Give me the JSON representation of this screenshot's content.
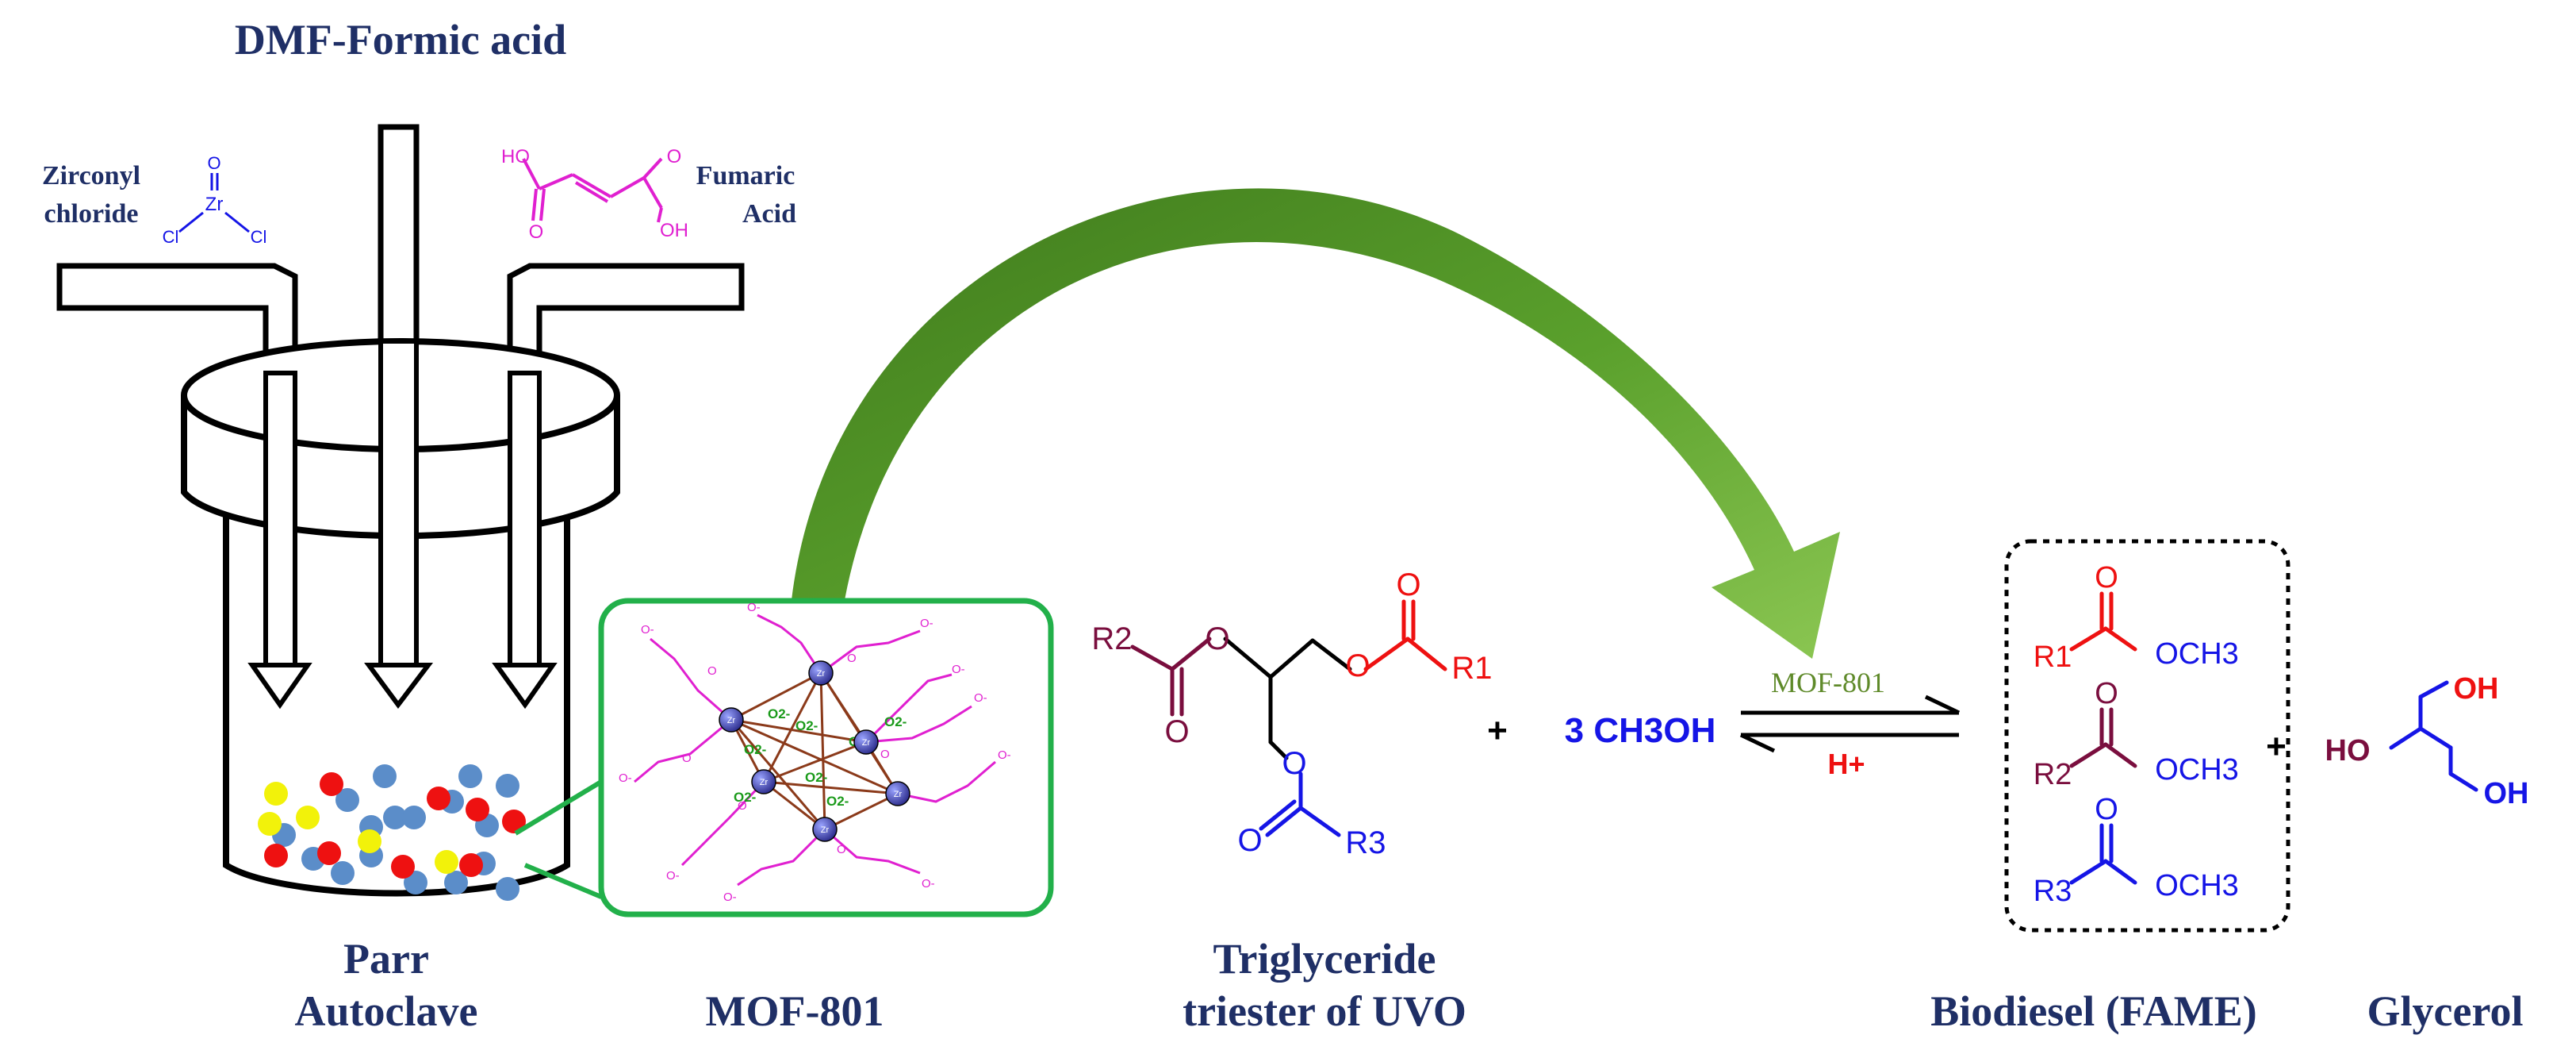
{
  "colors": {
    "navy": "#1f2f66",
    "green_arrow": "#5aa02c",
    "green_box": "#22b04a",
    "magenta": "#e020d0",
    "red": "#ee1111",
    "blue": "#1515e6",
    "maroon": "#7a0e3e",
    "olive": "#5f8a2a",
    "particle_blue": "#5b8dc9",
    "particle_red": "#ee1111",
    "particle_yellow": "#f2f20a"
  },
  "reagents": {
    "title": "DMF-Formic acid",
    "zrocl_line1": "Zirconyl",
    "zrocl_line2": "chloride",
    "fumaric_line1": "Fumaric",
    "fumaric_line2": "Acid",
    "zr": "Zr",
    "o": "O",
    "cl_left": "Cl",
    "cl_right": "Cl",
    "ho": "HO",
    "oh": "OH",
    "fum_o_left": "O",
    "fum_o_right": "O"
  },
  "autoclave": {
    "line1": "Parr",
    "line2": "Autoclave"
  },
  "mof": {
    "label": "MOF-801",
    "zr": "Zr",
    "oxo": "O2-",
    "carboxylate_o": "O",
    "carboxylate_om": "O-"
  },
  "triglyceride": {
    "line1": "Triglyceride",
    "line2": "triester of UVO",
    "r1": "R1",
    "r2": "R2",
    "r3": "R3",
    "o": "O"
  },
  "methanol": {
    "plus": "+",
    "text": "3 CH3OH"
  },
  "reaction": {
    "catalyst": "MOF-801",
    "acid": "H+"
  },
  "products": {
    "biodiesel_label": "Biodiesel (FAME)",
    "glycerol_label": "Glycerol",
    "plus": "+",
    "r1": "R1",
    "r2": "R2",
    "r3": "R3",
    "och3": "OCH3",
    "o": "O",
    "ho": "HO",
    "oh_top": "OH",
    "oh_bottom": "OH"
  }
}
